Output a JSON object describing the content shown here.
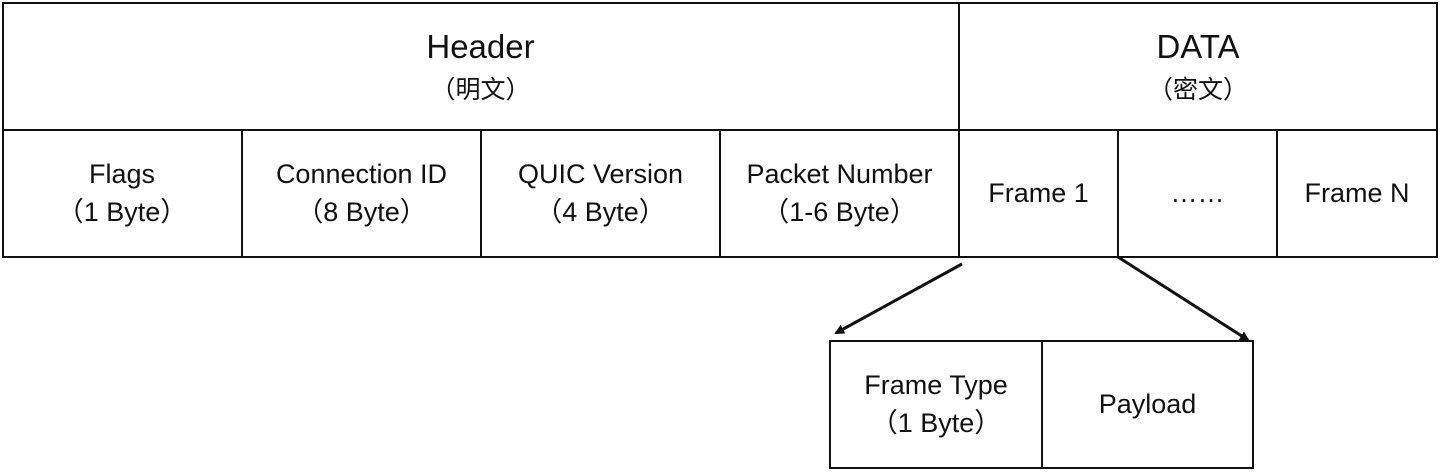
{
  "header": {
    "title": "Header",
    "sub": "（明文）"
  },
  "data": {
    "title": "DATA",
    "sub": "（密文）"
  },
  "fields": [
    {
      "name": "Flags",
      "size": "（1 Byte）"
    },
    {
      "name": "Connection ID",
      "size": "（8 Byte）"
    },
    {
      "name": "QUIC Version",
      "size": "（4 Byte）"
    },
    {
      "name": "Packet Number",
      "size": "（1-6 Byte）"
    }
  ],
  "frames": [
    "Frame 1",
    "……",
    "Frame N"
  ],
  "frame_detail": {
    "type_name": "Frame Type",
    "type_size": "（1 Byte）",
    "payload": "Payload"
  }
}
